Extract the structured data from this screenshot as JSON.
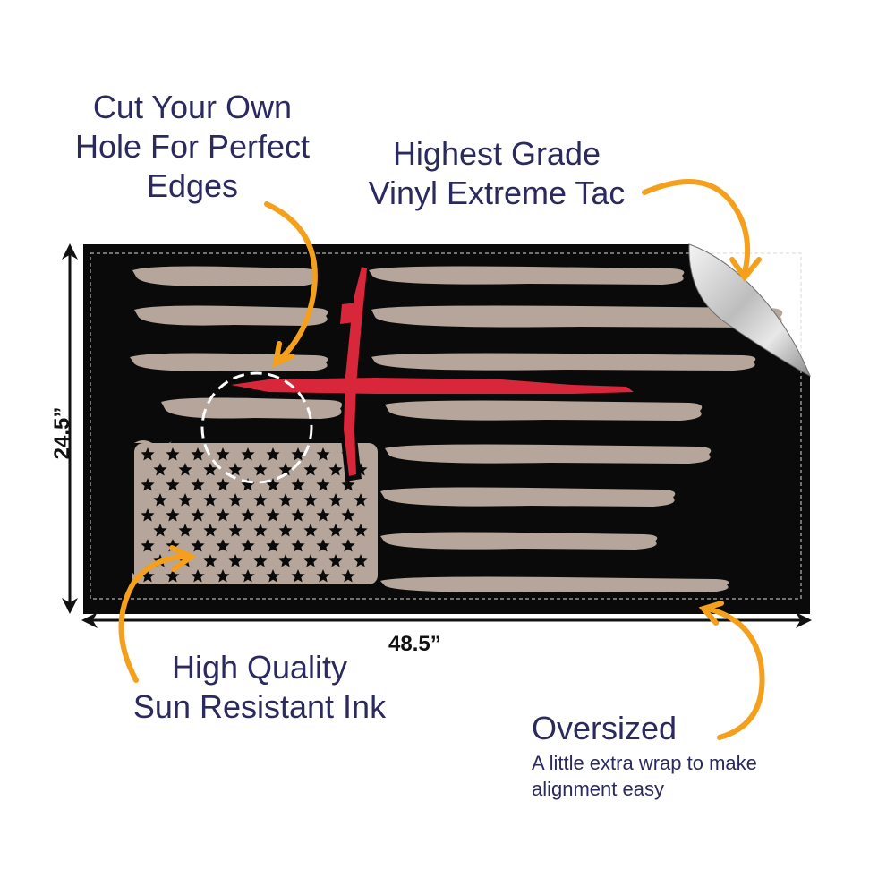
{
  "callouts": {
    "cut_hole": [
      "Cut Your Own",
      "Hole For Perfect",
      "Edges"
    ],
    "vinyl": [
      "Highest Grade",
      "Vinyl Extreme Tac"
    ],
    "ink": [
      "High Quality",
      "Sun Resistant Ink"
    ],
    "oversized": {
      "title": "Oversized",
      "subtitle_lines": [
        "A little extra wrap to make",
        "alignment easy"
      ]
    }
  },
  "dimensions": {
    "width": "48.5”",
    "height": "24.5”"
  },
  "colors": {
    "text": "#2b2a5e",
    "arrow": "#f4a01c",
    "flag_background": "#0a0a0a",
    "stripe": "#b5a59a",
    "cross": "#d8273b"
  },
  "icons": [
    "curved-arrow-icon",
    "peeled-corner-icon",
    "dashed-circle-icon",
    "star-icon"
  ]
}
